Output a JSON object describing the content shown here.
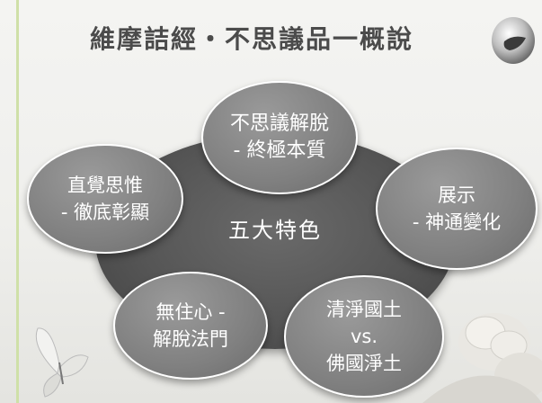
{
  "title": "維摩詰經・不思議品一概說",
  "center": {
    "label": "五大特色"
  },
  "nodes": {
    "top": {
      "line1": "不思議解脫",
      "line2": "- 終極本質"
    },
    "left": {
      "line1": "直覺思惟",
      "line2": "- 徹底彰顯"
    },
    "right": {
      "line1": "展示",
      "line2": "- 神通變化"
    },
    "bottom_left": {
      "line1": "無住心 -",
      "line2": "解脫法門"
    },
    "bottom_right": {
      "line1": "清淨國土",
      "line2": "vs.",
      "line3": "佛國淨土"
    }
  },
  "colors": {
    "background": "#efefec",
    "center_ellipse": "#555555",
    "node_fill": "#808080",
    "node_border": "#ffffff",
    "text": "#ffffff",
    "title": "#4b4b4b",
    "accent_line": "#cfe0a8"
  }
}
